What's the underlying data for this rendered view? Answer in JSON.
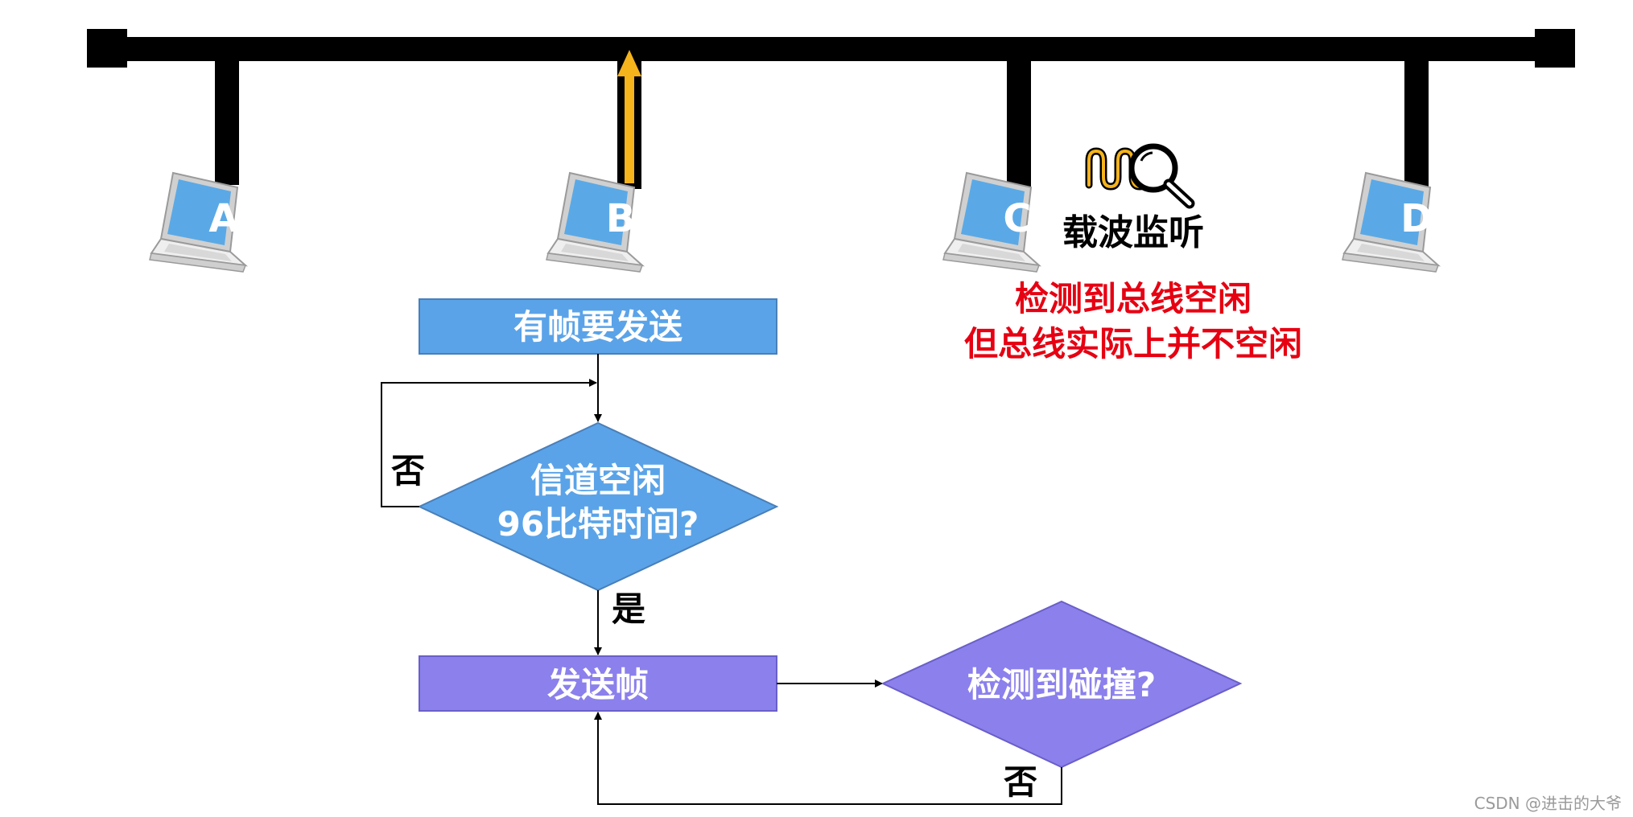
{
  "stations": [
    {
      "id": "A",
      "label": "A"
    },
    {
      "id": "B",
      "label": "B"
    },
    {
      "id": "C",
      "label": "C"
    },
    {
      "id": "D",
      "label": "D"
    }
  ],
  "carrier_sense": {
    "label": "载波监听",
    "note_line1": "检测到总线空闲",
    "note_line2": "但总线实际上并不空闲",
    "note_color": "#e60012"
  },
  "flowchart": {
    "start": {
      "label": "有帧要发送"
    },
    "check_idle": {
      "line1": "信道空闲",
      "line2": "96比特时间?"
    },
    "send": {
      "label": "发送帧"
    },
    "check_collision": {
      "label": "检测到碰撞?"
    },
    "no_label_left": "否",
    "yes_label": "是",
    "no_label_bottom": "否"
  },
  "colors": {
    "bus": "#000000",
    "signal_arrow": "#f5b31c",
    "blue_node": "#5aa3e8",
    "purple_node": "#8b80ec",
    "node_stroke": "#4a7fb8",
    "laptop_screen": "#5aa9e6",
    "laptop_body": "#e6e6e6"
  },
  "watermark": "CSDN @进击的大爷"
}
